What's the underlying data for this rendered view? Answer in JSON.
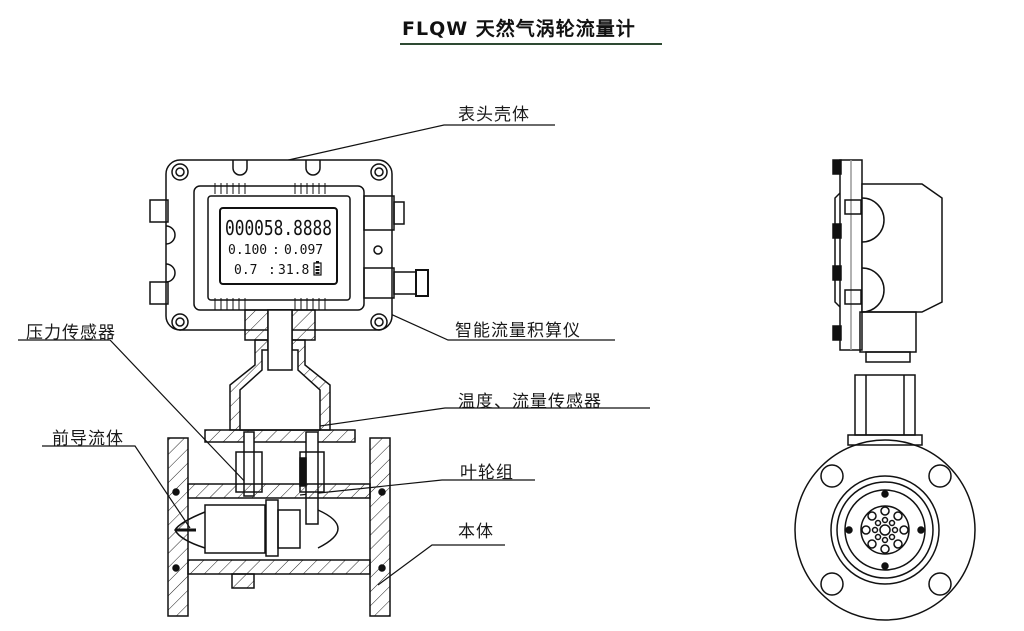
{
  "title": "FLQW 天然气涡轮流量计",
  "accent_color": "#2e4a32",
  "callouts": {
    "housing": "表头壳体",
    "computer": "智能流量积算仪",
    "pressure_sensor": "压力传感器",
    "temp_flow_sensor": "温度、流量传感器",
    "front_flow_body": "前导流体",
    "impeller": "叶轮组",
    "body": "本体"
  },
  "lcd": {
    "total": "000058.8888",
    "row2_left": "0.100",
    "row2_right": "0.097",
    "row3_left": "0.7",
    "row3_right": "31.8",
    "battery_icon": "battery-icon"
  },
  "views": {
    "front": "section-view",
    "side": "side-view"
  }
}
